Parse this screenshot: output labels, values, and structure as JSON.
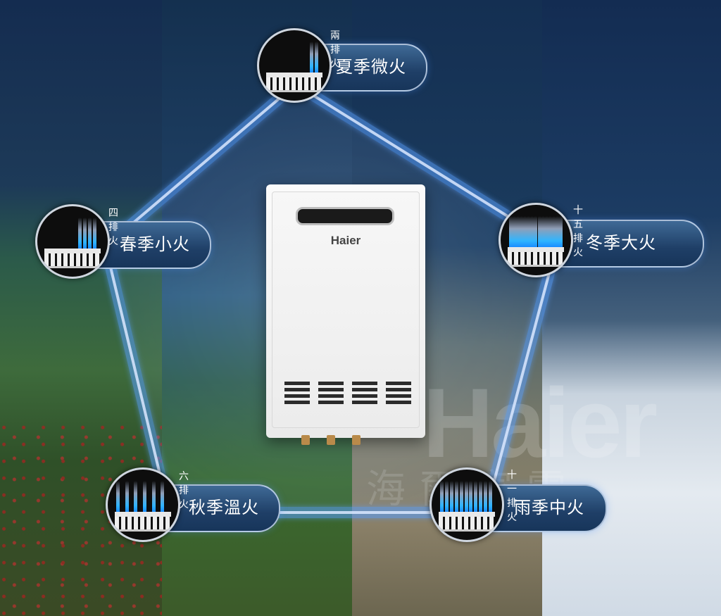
{
  "brand": {
    "logo_text": "Haier"
  },
  "watermark": {
    "logo": "Haier",
    "chinese": "海爾家電"
  },
  "modes": [
    {
      "id": "summer",
      "tag": "兩排火",
      "label": "夏季微火",
      "flame_rows": 2
    },
    {
      "id": "spring",
      "tag": "四排火",
      "label": "春季小火",
      "flame_rows": 4
    },
    {
      "id": "winter",
      "tag": "十五排火",
      "label": "冬季大火",
      "flame_rows": 15
    },
    {
      "id": "autumn",
      "tag": "六排火",
      "label": "秋季溫火",
      "flame_rows": 6
    },
    {
      "id": "rainy",
      "tag": "十一排火",
      "label": "雨季中火",
      "flame_rows": 11
    }
  ],
  "colors": {
    "flame": "#2fb5ff",
    "pentagon_glow": "#5aa0ff",
    "pill": "#1f3f67"
  }
}
